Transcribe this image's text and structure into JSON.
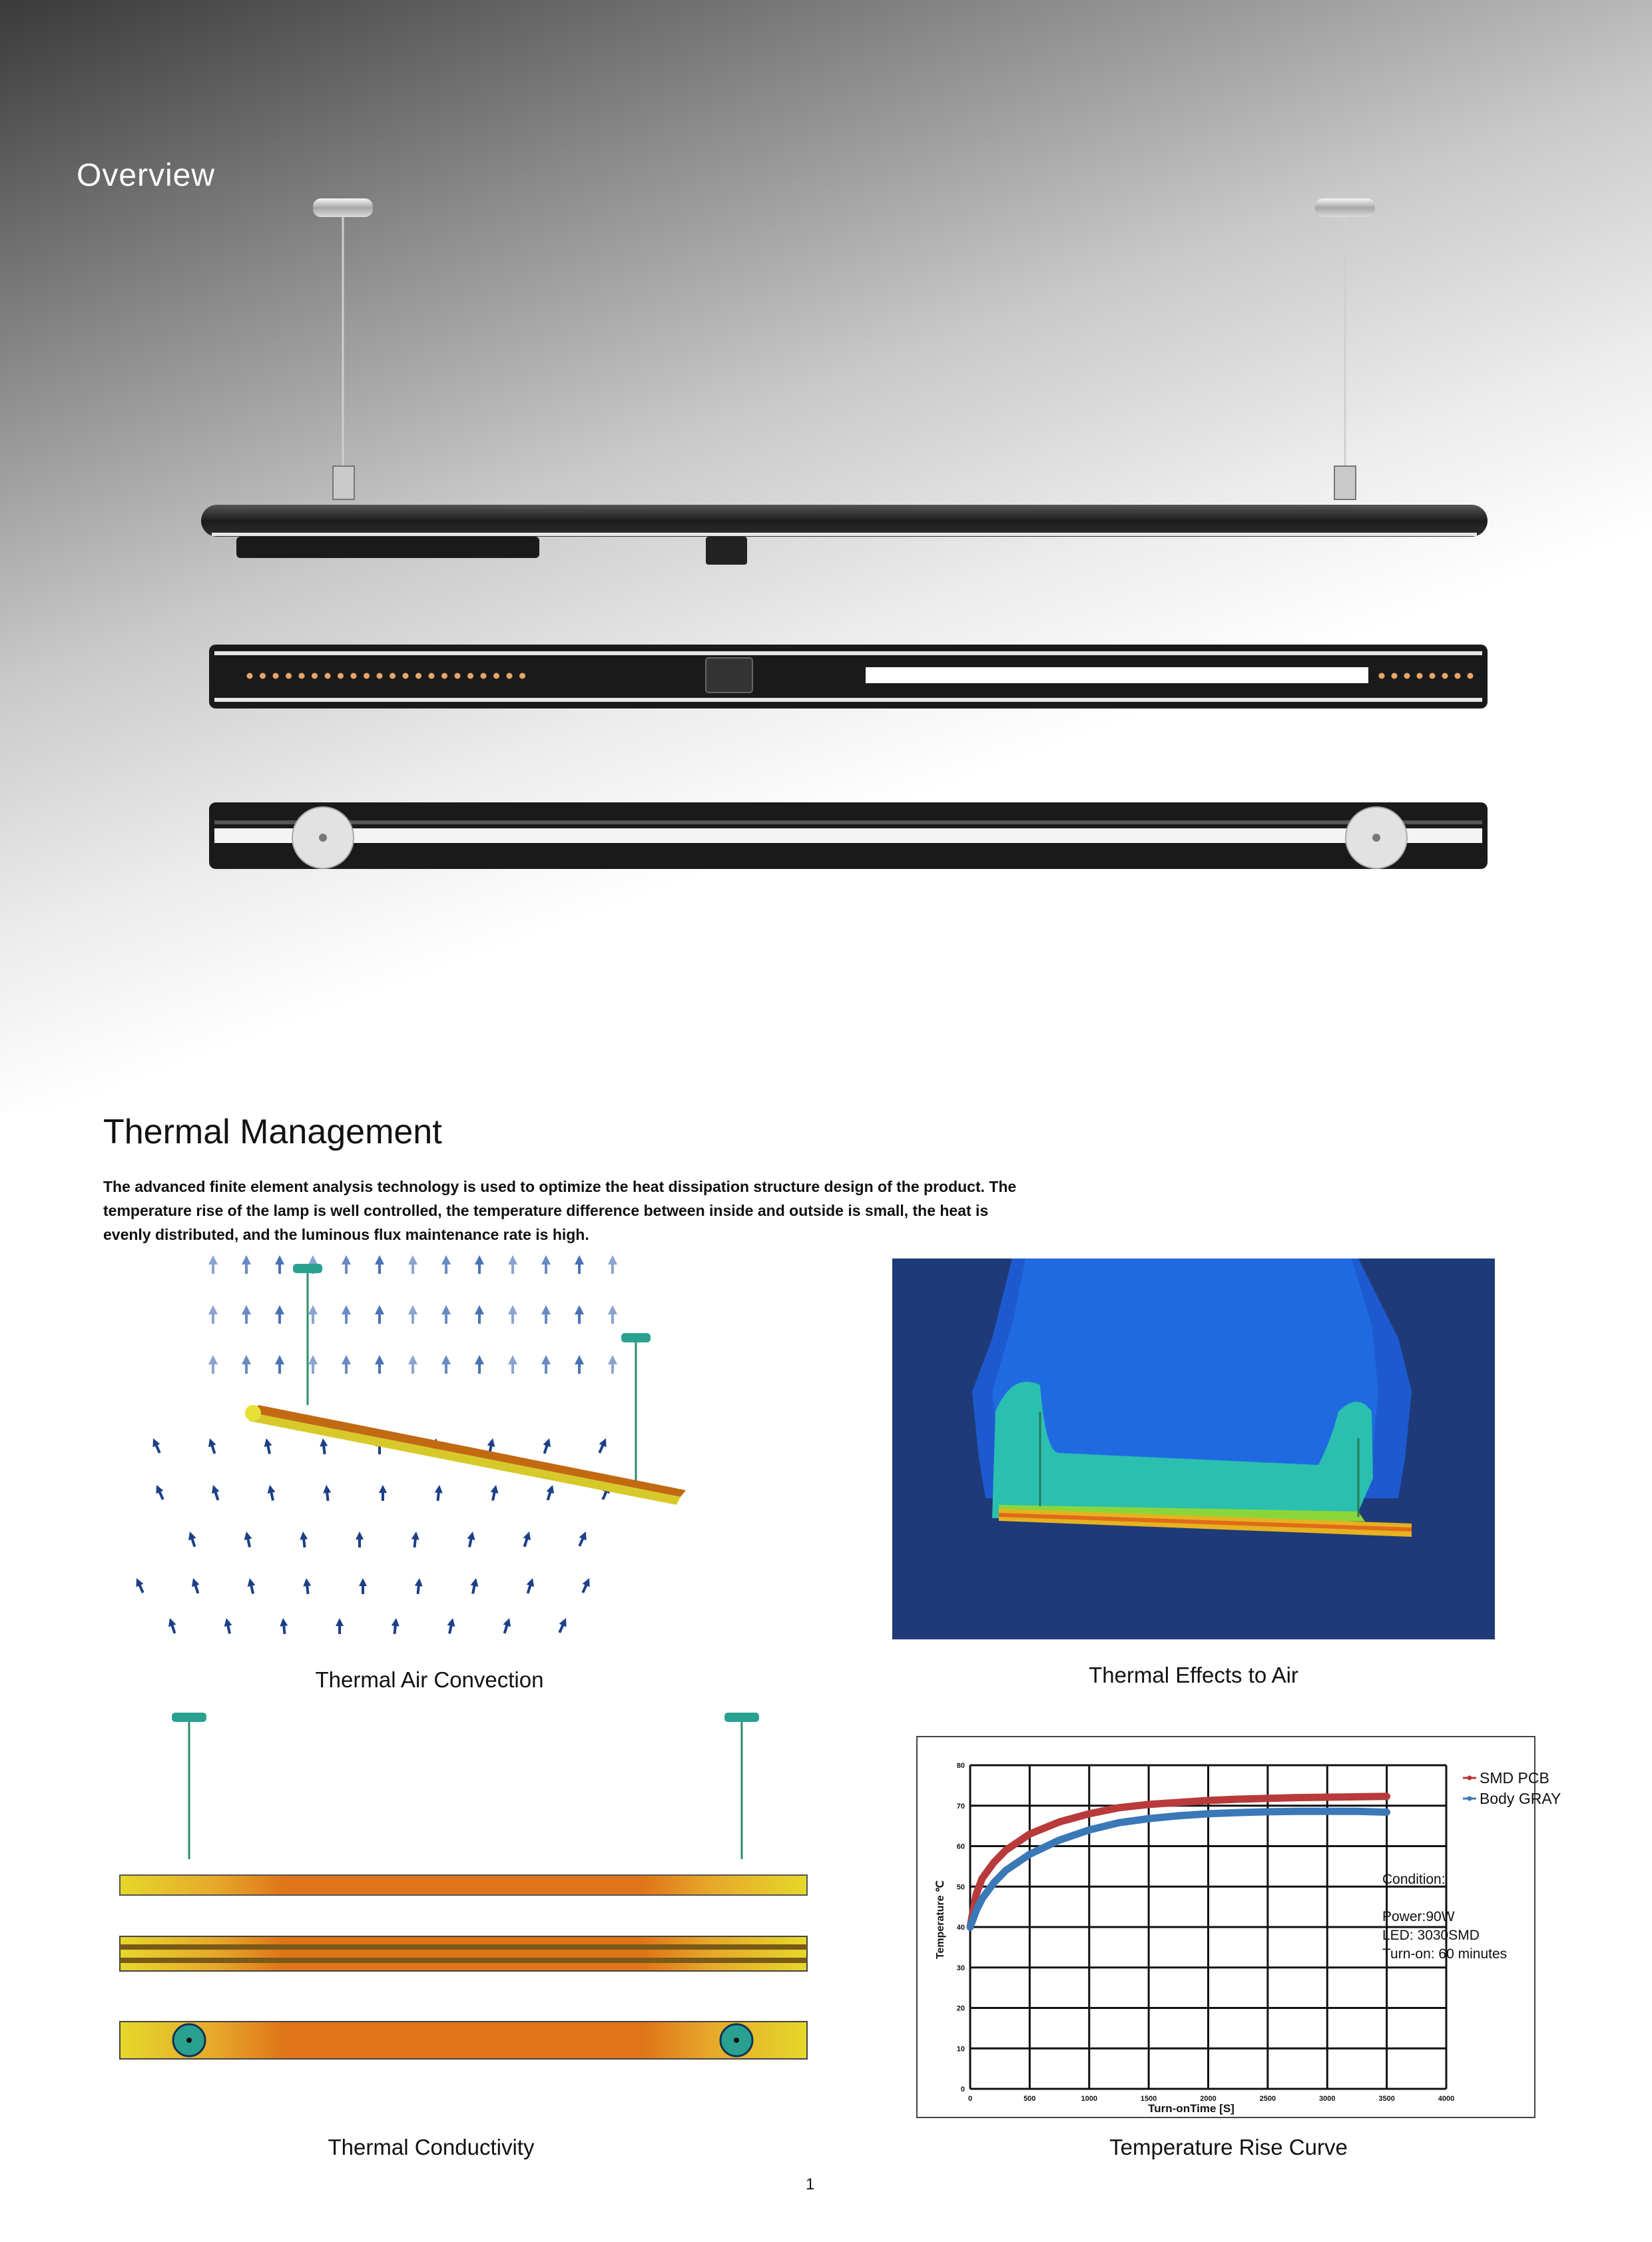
{
  "overview": {
    "title": "Overview"
  },
  "thermal": {
    "title": "Thermal Management",
    "intro": "The advanced finite element analysis technology is used to optimize the heat dissipation structure design of the product. The temperature rise of the lamp is well controlled, the temperature difference between inside and outside is small, the heat is evenly distributed, and the luminous flux maintenance rate is high."
  },
  "figures": {
    "air_convection": {
      "caption": "Thermal Air Convection"
    },
    "effects_to_air": {
      "caption": "Thermal Effects to Air"
    },
    "conductivity": {
      "caption": "Thermal Conductivity"
    },
    "rise_curve": {
      "caption": "Temperature Rise Curve"
    }
  },
  "page": {
    "number": "1"
  },
  "chart_data": {
    "type": "line",
    "xlabel": "Turn-onTime [S]",
    "ylabel": "Temperature ℃",
    "xlim": [
      0,
      4000
    ],
    "ylim": [
      0,
      80
    ],
    "x_ticks": [
      "0",
      "500",
      "1000",
      "1500",
      "2000",
      "2500",
      "3000",
      "3500",
      "4000"
    ],
    "y_ticks": [
      "0",
      "10",
      "20",
      "30",
      "40",
      "50",
      "60",
      "70",
      "80"
    ],
    "grid": true,
    "legend": "top-right",
    "series": [
      {
        "name": "SMD PCB",
        "color": "#b83a3a",
        "x": [
          0,
          50,
          100,
          200,
          300,
          500,
          750,
          1000,
          1250,
          1500,
          1750,
          2000,
          2250,
          2500,
          2750,
          3000,
          3250,
          3500
        ],
        "values": [
          40,
          48,
          52,
          56,
          59,
          63,
          66,
          68,
          69.5,
          70.3,
          70.8,
          71.3,
          71.6,
          71.8,
          72,
          72.1,
          72.2,
          72.3
        ]
      },
      {
        "name": "Body GRAY",
        "color": "#3a78b8",
        "x": [
          0,
          50,
          100,
          200,
          300,
          500,
          750,
          1000,
          1250,
          1500,
          1750,
          2000,
          2250,
          2500,
          2750,
          3000,
          3250,
          3500
        ],
        "values": [
          40,
          44,
          47,
          51,
          54,
          58,
          61.5,
          64,
          65.8,
          66.8,
          67.5,
          68,
          68.3,
          68.5,
          68.6,
          68.6,
          68.6,
          68.4
        ]
      }
    ],
    "conditions": [
      "Condition:",
      "Power:90W",
      "LED: 3030SMD",
      "Turn-on: 60 minutes"
    ]
  }
}
